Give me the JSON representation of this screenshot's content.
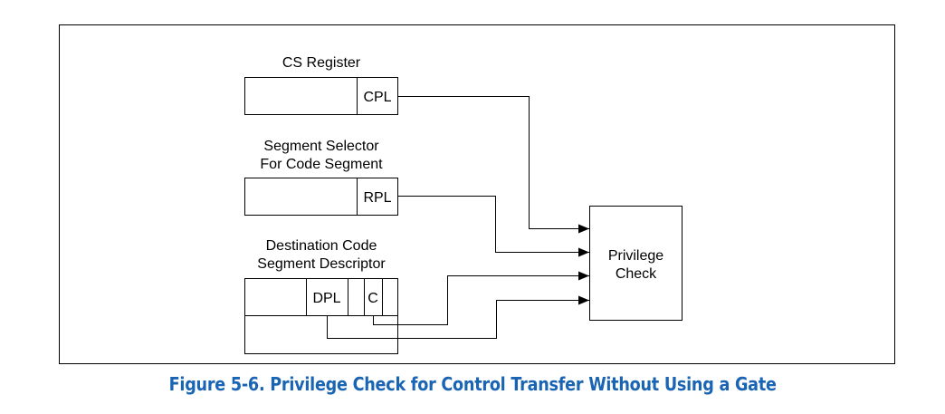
{
  "diagram": {
    "cs_register": {
      "title": "CS Register",
      "field": "CPL"
    },
    "segment_selector": {
      "title_line1": "Segment Selector",
      "title_line2": "For Code Segment",
      "field": "RPL"
    },
    "code_descriptor": {
      "title_line1": "Destination Code",
      "title_line2": "Segment Descriptor",
      "dpl_field": "DPL",
      "c_field": "C"
    },
    "privilege_check": {
      "line1": "Privilege",
      "line2": "Check"
    }
  },
  "caption": "Figure 5-6.  Privilege Check for Control Transfer Without Using a Gate"
}
